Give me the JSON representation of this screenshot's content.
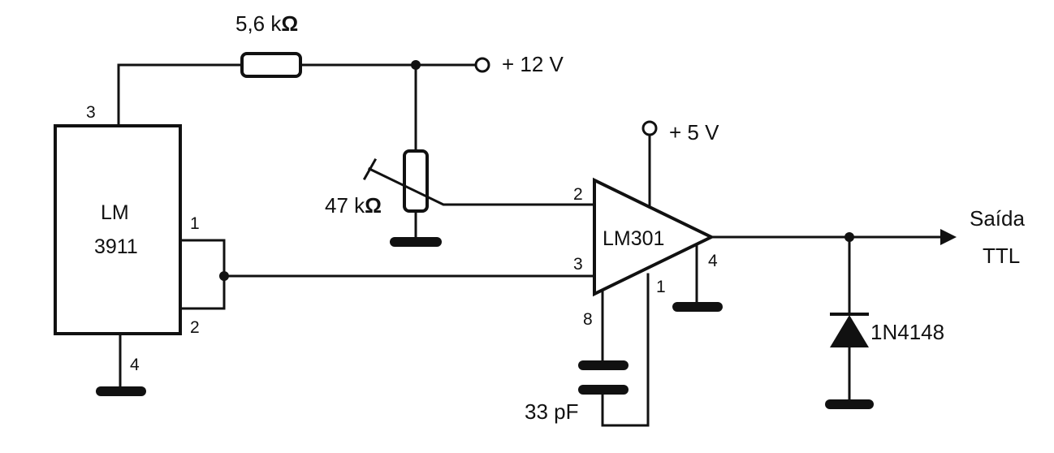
{
  "components": {
    "lm3911": {
      "line1": "LM",
      "line2": "3911",
      "pin_3": "3",
      "pin_1": "1",
      "pin_2": "2",
      "pin_4": "4"
    },
    "resistor_r1": {
      "value": "5,6 k",
      "unit": "Ω"
    },
    "trimmer": {
      "value": "47 k",
      "unit": "Ω"
    },
    "opamp": {
      "label": "LM301",
      "pin_2": "2",
      "pin_3": "3",
      "pin_4": "4",
      "pin_8": "8",
      "pin_1": "1"
    },
    "capacitor": {
      "value": "33 pF"
    },
    "diode": {
      "label": "1N4148"
    }
  },
  "supplies": {
    "v12": "+ 12 V",
    "v5": "+ 5 V"
  },
  "output": {
    "line1": "Saída",
    "line2": "TTL"
  }
}
